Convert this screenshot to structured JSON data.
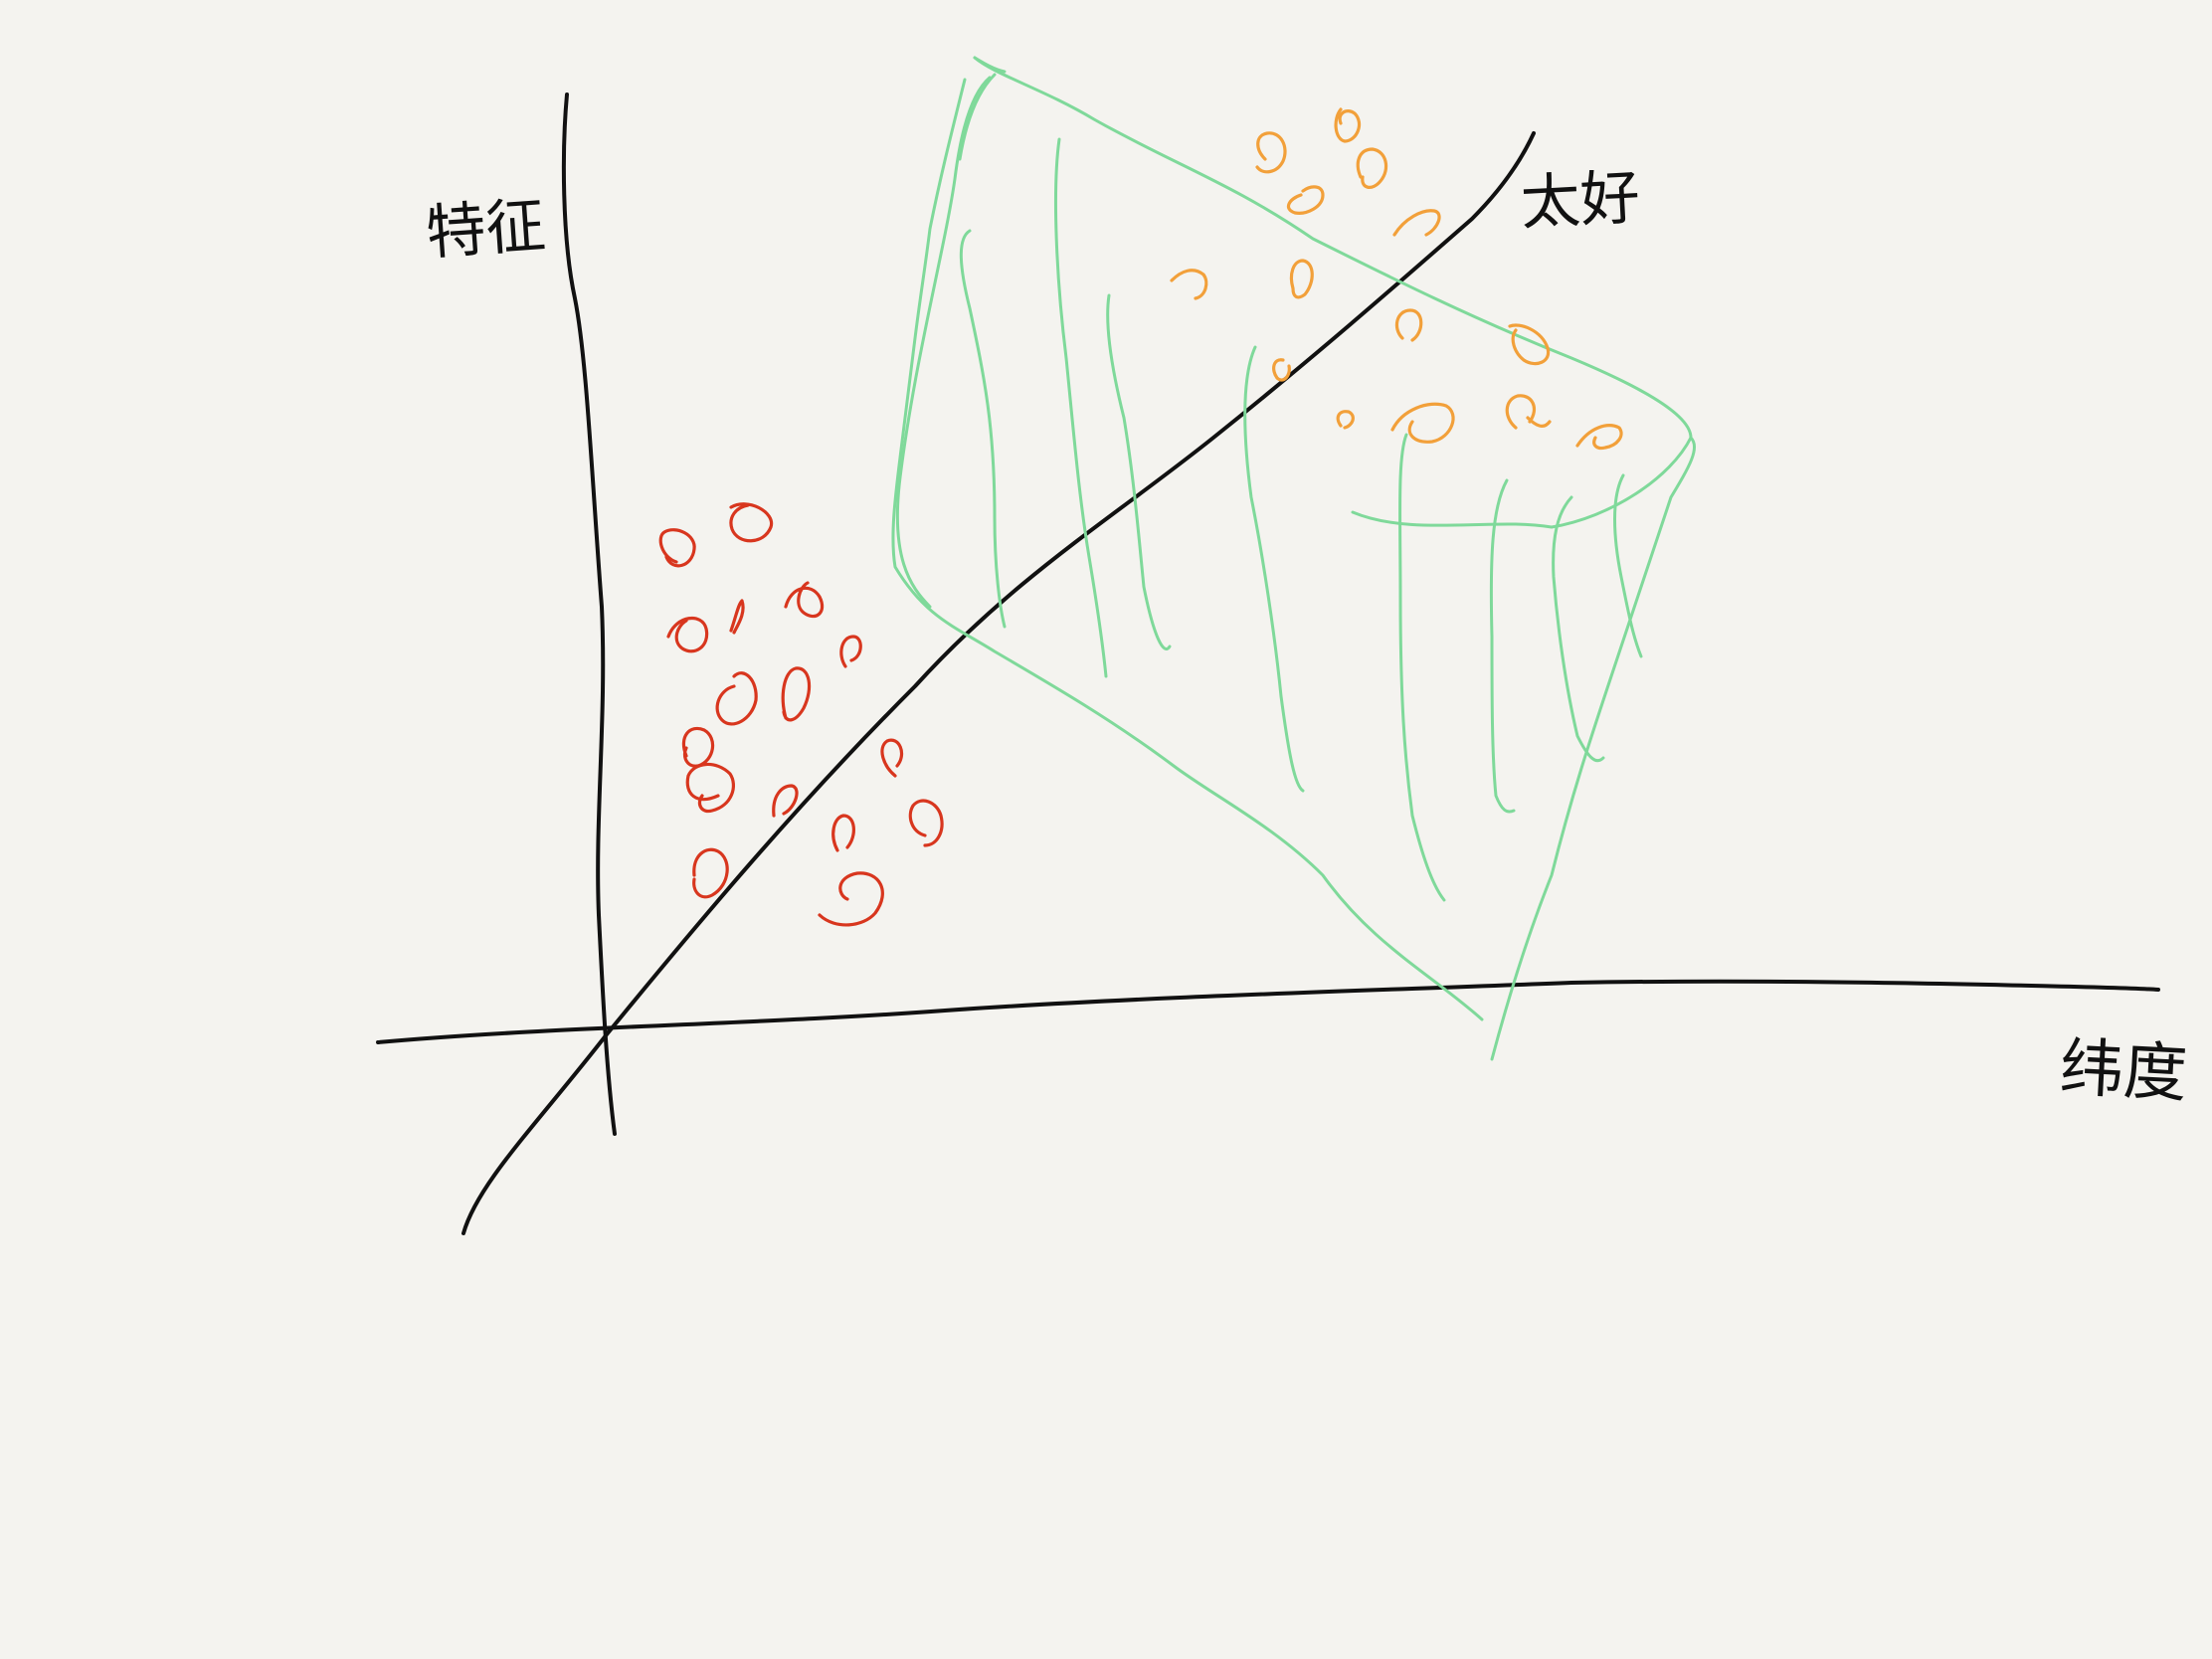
{
  "diagram": {
    "y_axis_label": "特征",
    "x_axis_label": "纬度",
    "line_label": "太好",
    "colors": {
      "background": "#f4f3ef",
      "axis": "#111111",
      "region": "#7fd99a",
      "class_a": "#d8361e",
      "class_b": "#f2a03a"
    }
  }
}
